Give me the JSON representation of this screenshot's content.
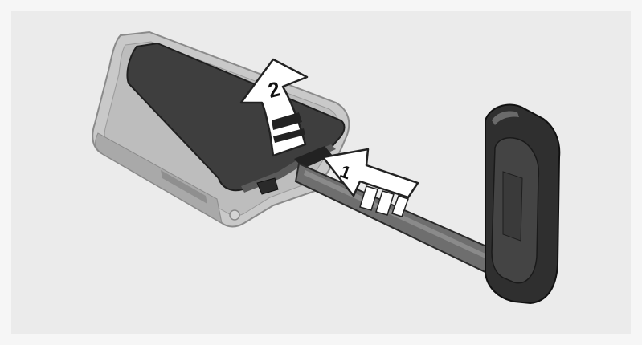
{
  "illustration": {
    "steps": [
      {
        "number": "1",
        "action": "press-release-button"
      },
      {
        "number": "2",
        "action": "lift-cover"
      }
    ],
    "colors": {
      "background": "#ebebeb",
      "key_shell": "#c9c9c9",
      "key_cover": "#3e3e3e",
      "blade": "#6e6e6e",
      "bow": "#2f2f2f",
      "arrow_fill": "#ffffff",
      "arrow_stroke": "#222222"
    },
    "icons": [
      "remote-key-fob",
      "emergency-key-blade",
      "arrow-up-curved",
      "arrow-right"
    ]
  }
}
